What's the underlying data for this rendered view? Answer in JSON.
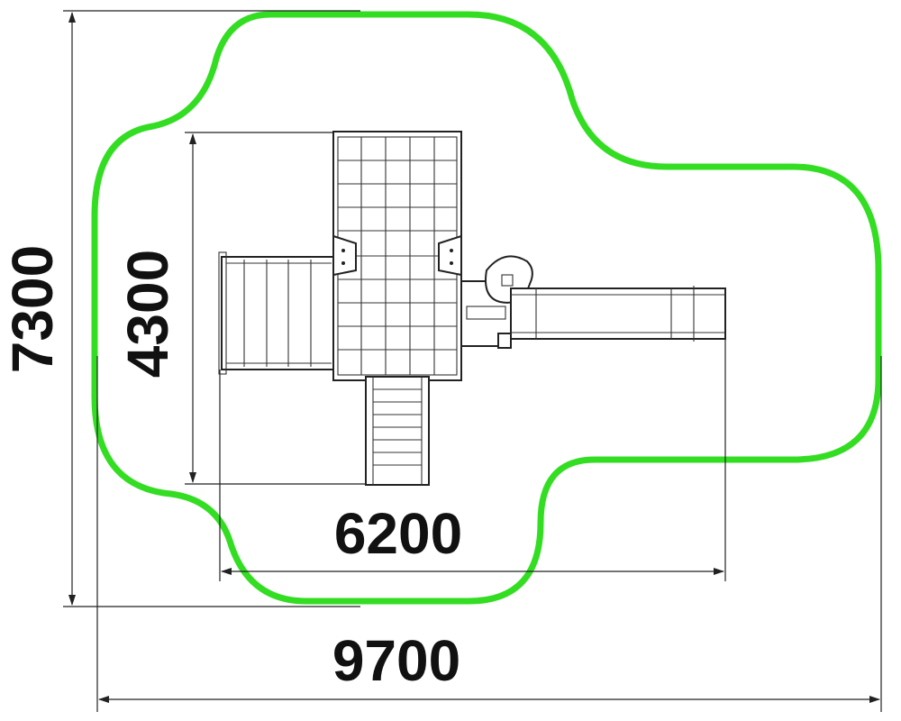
{
  "dimensions": {
    "total_width": "9700",
    "total_height": "7300",
    "equipment_width": "6200",
    "equipment_height": "4300"
  },
  "colors": {
    "safety_zone": "#33dd22",
    "lines": "#222222",
    "text": "#111111",
    "background": "#ffffff"
  }
}
